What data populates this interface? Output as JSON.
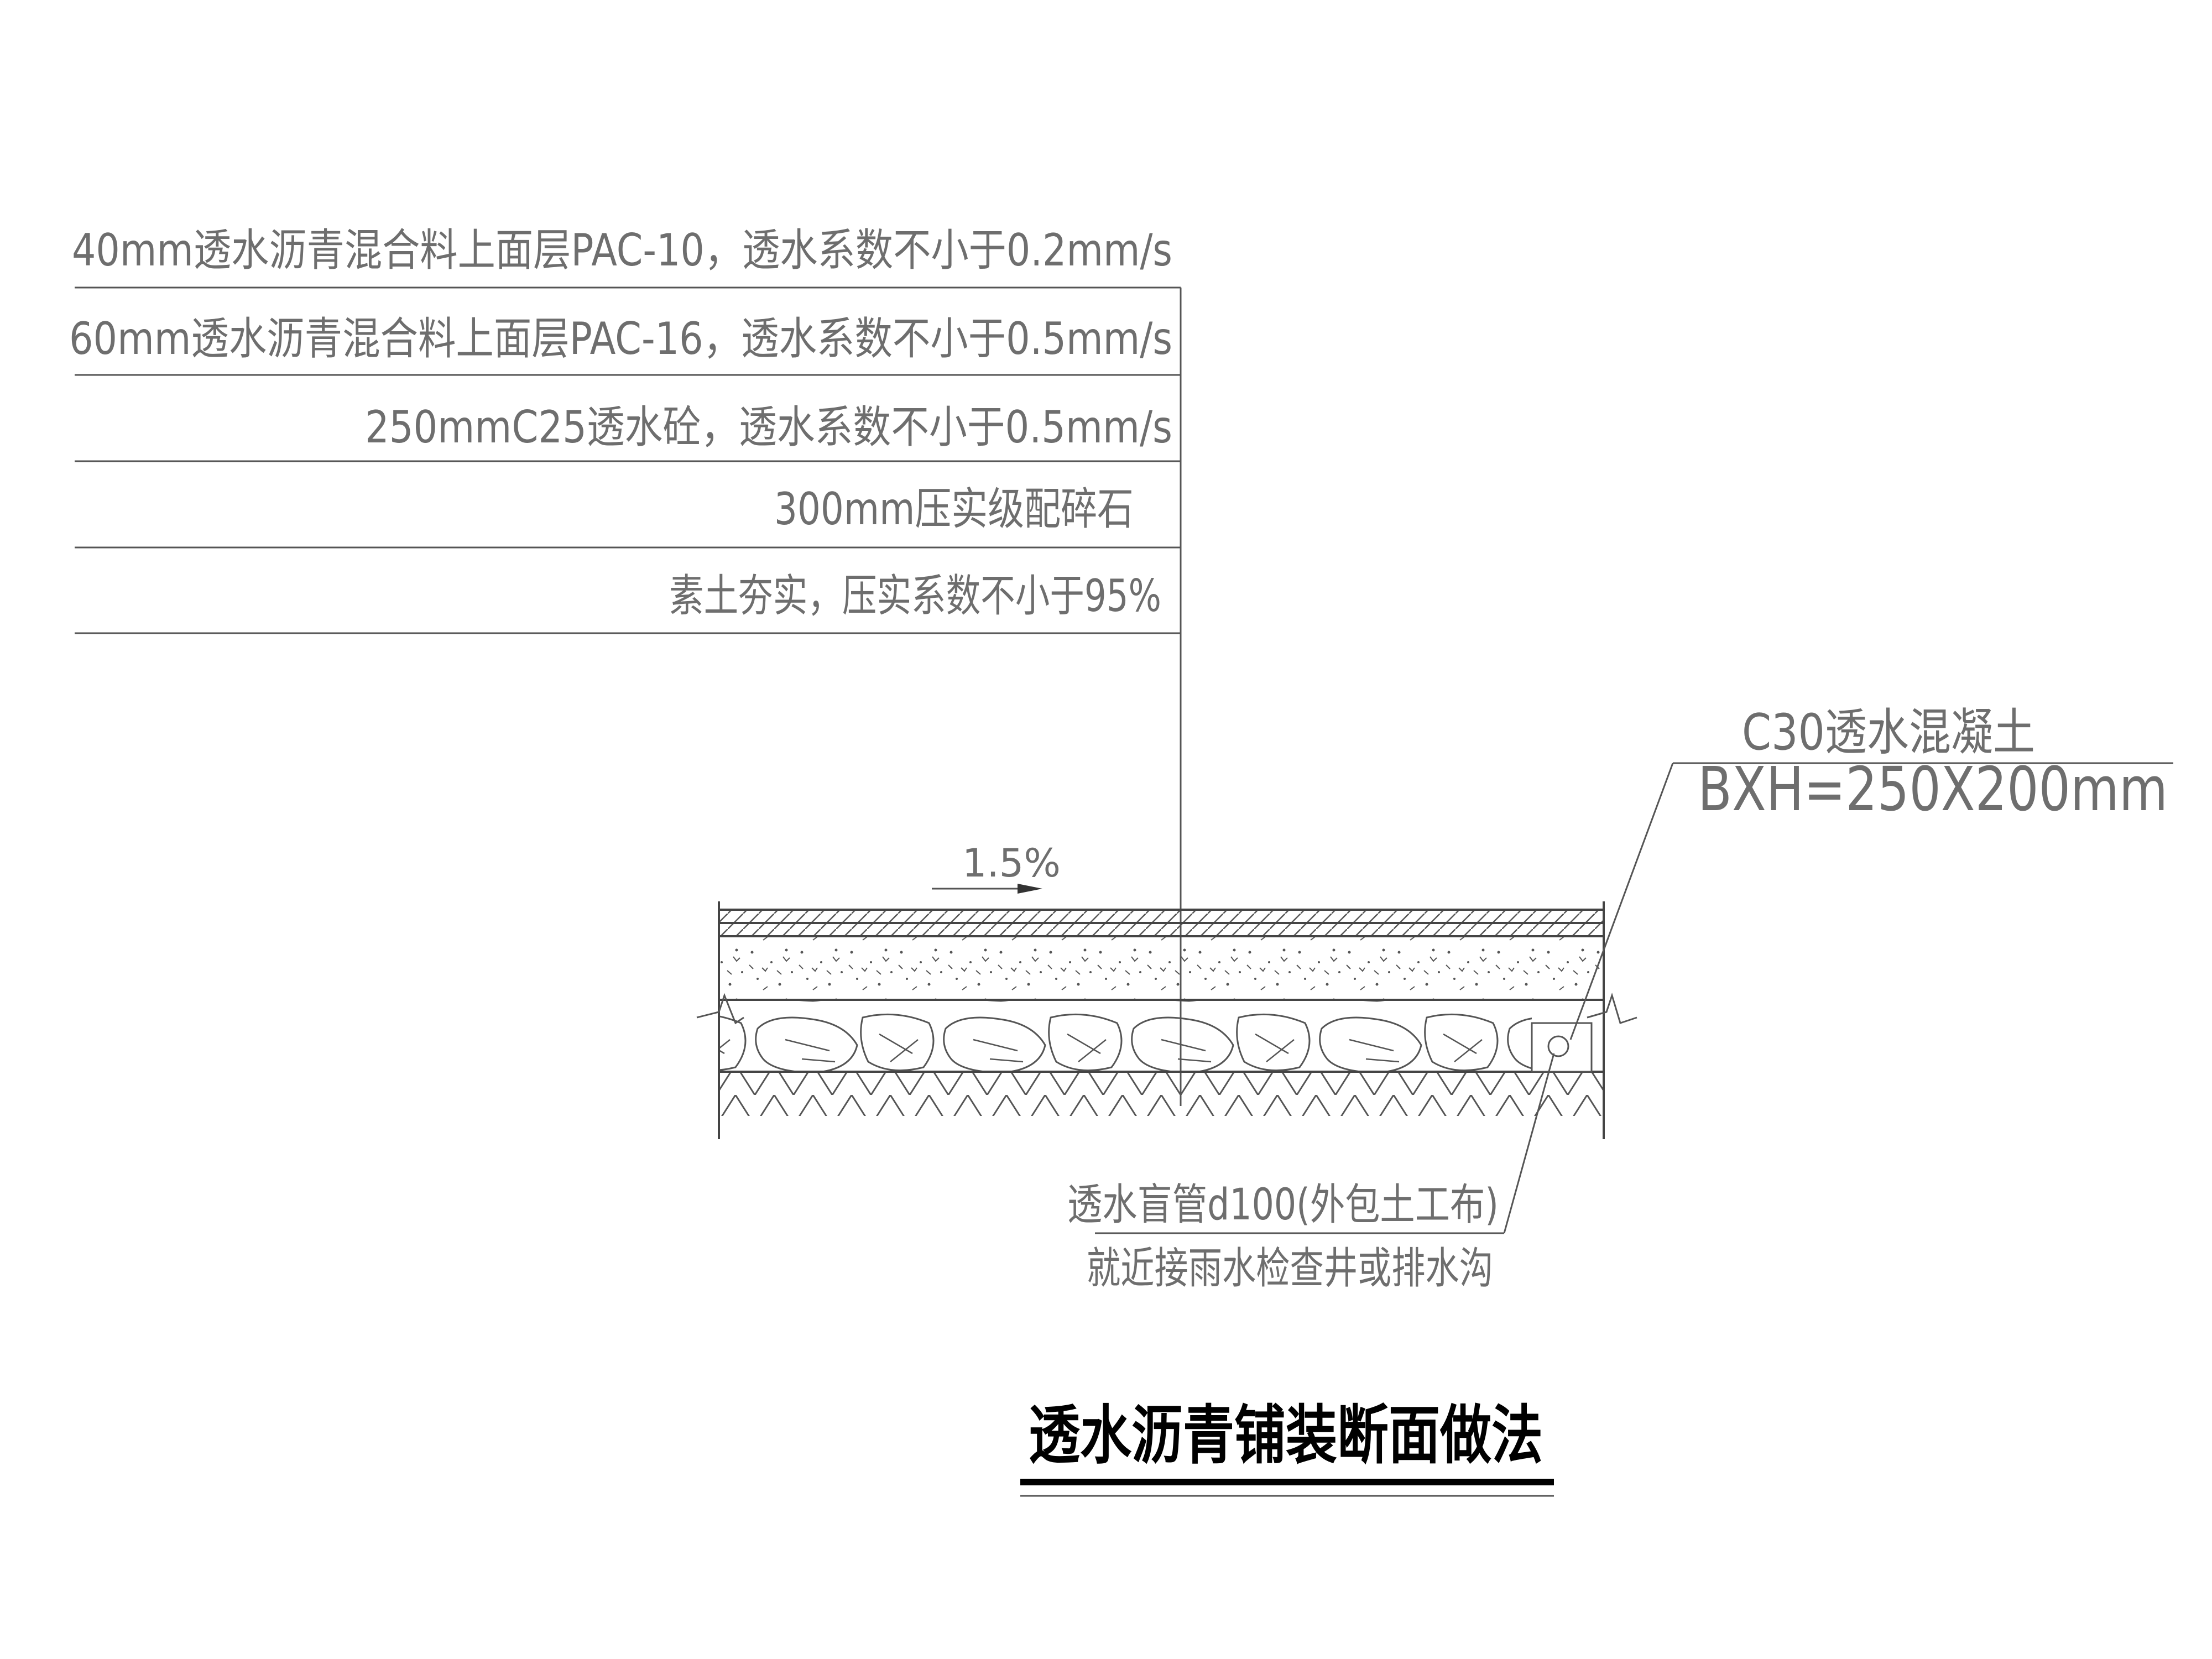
{
  "layers": [
    "40mm透水沥青混合料上面层PAC-10，透水系数不小于0.2mm/s",
    "60mm透水沥青混合料上面层PAC-16，透水系数不小于0.5mm/s",
    "250mmC25透水砼，透水系数不小于0.5mm/s",
    "300mm压实级配碎石",
    "素土夯实，压实系数不小于95%"
  ],
  "slope_label": "1.5%",
  "trench_note": {
    "line1": "C30透水混凝土",
    "line2": "BXH=250X200mm"
  },
  "pipe_note": {
    "line1": "透水盲管d100(外包土工布)",
    "line2": "就近接雨水检查井或排水沟"
  },
  "title": "透水沥青铺装断面做法"
}
